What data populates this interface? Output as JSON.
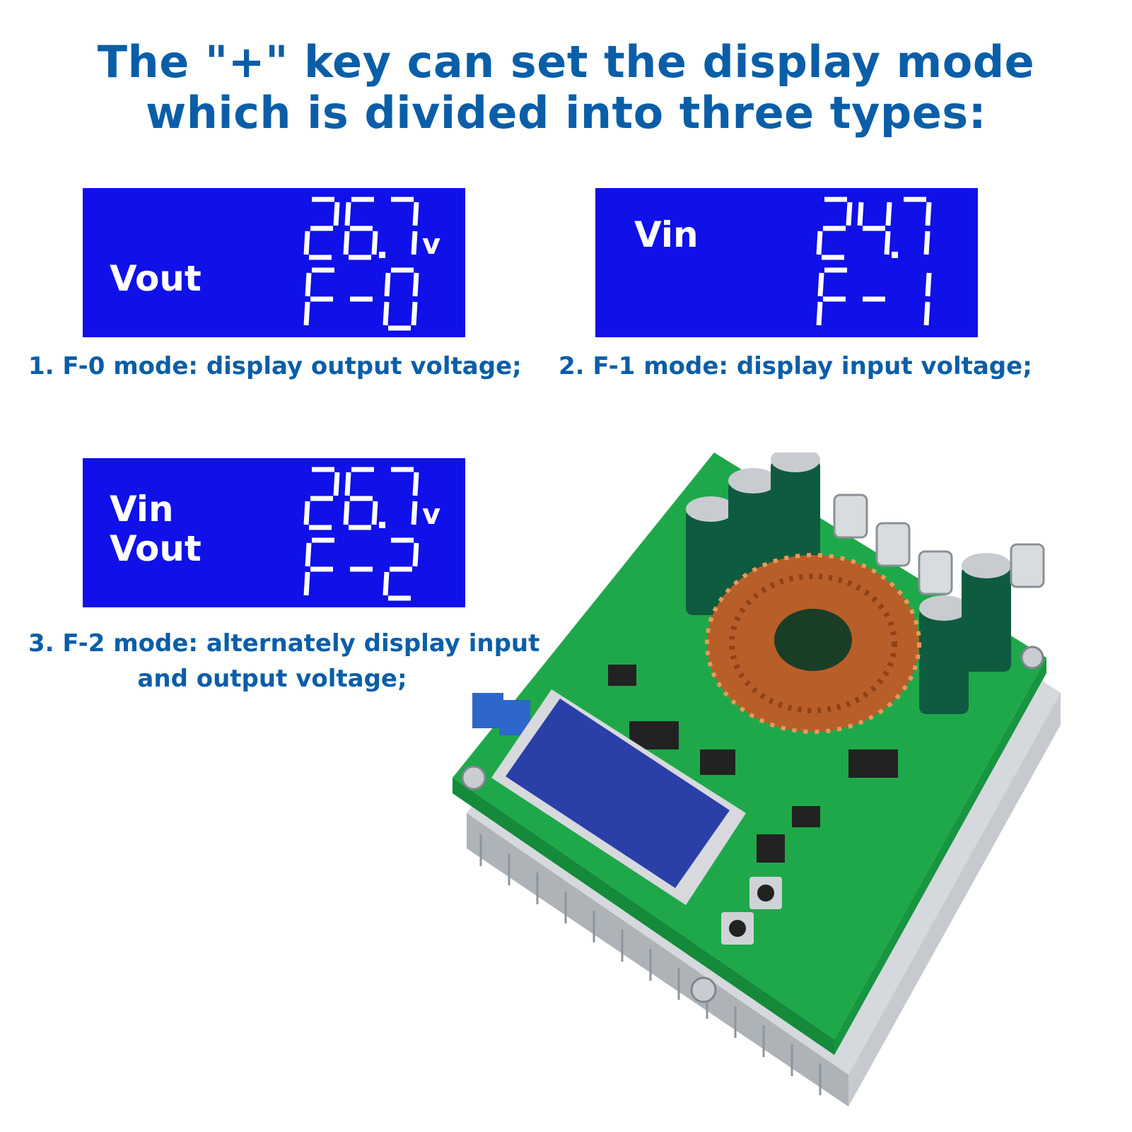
{
  "headline": {
    "line1": "The \"+\" key can set the display mode",
    "line2": "which is divided into three types:"
  },
  "displays": [
    {
      "labels": [
        "Vout"
      ],
      "reading": "26.7",
      "unit": "v",
      "mode": "F-0",
      "caption": [
        "1. F-0 mode: display output voltage;"
      ]
    },
    {
      "labels": [
        "Vin"
      ],
      "reading": "24.7",
      "unit": "",
      "mode": "F-1",
      "caption": [
        "2. F-1 mode: display input voltage;"
      ]
    },
    {
      "labels": [
        "Vin",
        "Vout"
      ],
      "reading": "26.7",
      "unit": "v",
      "mode": "F-2",
      "caption": [
        "3. F-2 mode: alternately display input",
        "and output voltage;"
      ]
    }
  ],
  "colors": {
    "headline": "#0a5ea8",
    "lcd_background": "#1010e8",
    "lcd_text": "#ffffff",
    "pcb": "#1fa84a",
    "copper": "#c0662c"
  },
  "product_image": "dc-boost-converter-module-with-lcd"
}
